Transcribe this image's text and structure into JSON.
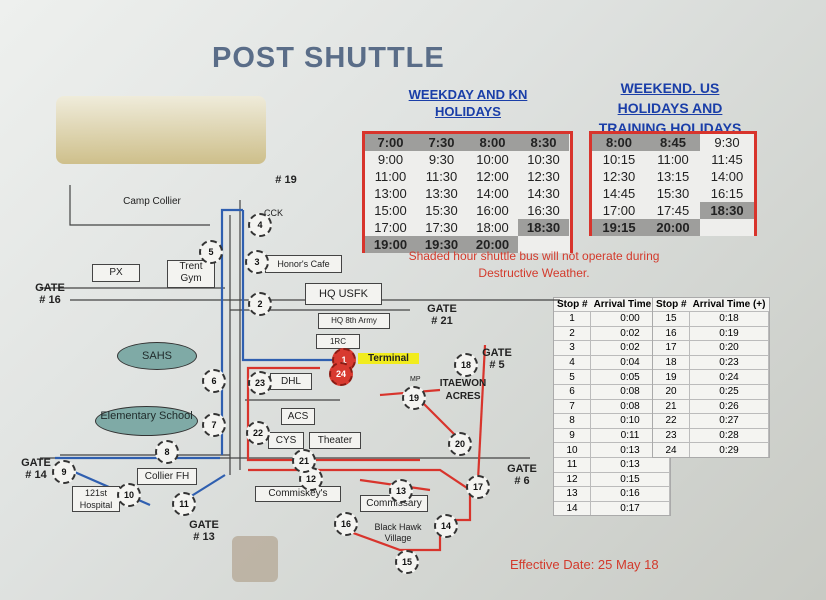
{
  "title": "POST SHUTTLE",
  "weekday_heading": "WEEKDAY AND KN HOLIDAYS",
  "weekend_heading": "WEEKEND. US HOLIDAYS AND TRAINING HOLIDAYS",
  "weekday_schedule": [
    [
      "7:00",
      "7:30",
      "8:00",
      "8:30"
    ],
    [
      "9:00",
      "9:30",
      "10:00",
      "10:30"
    ],
    [
      "11:00",
      "11:30",
      "12:00",
      "12:30"
    ],
    [
      "13:00",
      "13:30",
      "14:00",
      "14:30"
    ],
    [
      "15:00",
      "15:30",
      "16:00",
      "16:30"
    ],
    [
      "17:00",
      "17:30",
      "18:00",
      "18:30"
    ],
    [
      "19:00",
      "19:30",
      "20:00",
      ""
    ]
  ],
  "weekend_schedule": [
    [
      "8:00",
      "8:45",
      "9:30"
    ],
    [
      "10:15",
      "11:00",
      "11:45"
    ],
    [
      "12:30",
      "13:15",
      "14:00"
    ],
    [
      "14:45",
      "15:30",
      "16:15"
    ],
    [
      "17:00",
      "17:45",
      "18:30"
    ],
    [
      "19:15",
      "20:00",
      ""
    ]
  ],
  "shaded_note": "Shaded hour shuttle bus will not operate during Destructive Weather.",
  "arrival_table": {
    "headers": [
      "Stop #",
      "Arrival Time (+)"
    ],
    "left": [
      [
        "1",
        "0:00"
      ],
      [
        "2",
        "0:02"
      ],
      [
        "3",
        "0:02"
      ],
      [
        "4",
        "0:04"
      ],
      [
        "5",
        "0:05"
      ],
      [
        "6",
        "0:08"
      ],
      [
        "7",
        "0:08"
      ],
      [
        "8",
        "0:10"
      ],
      [
        "9",
        "0:11"
      ],
      [
        "10",
        "0:13"
      ],
      [
        "11",
        "0:13"
      ],
      [
        "12",
        "0:15"
      ],
      [
        "13",
        "0:16"
      ],
      [
        "14",
        "0:17"
      ]
    ],
    "right": [
      [
        "15",
        "0:18"
      ],
      [
        "16",
        "0:19"
      ],
      [
        "17",
        "0:20"
      ],
      [
        "18",
        "0:23"
      ],
      [
        "19",
        "0:24"
      ],
      [
        "20",
        "0:25"
      ],
      [
        "21",
        "0:26"
      ],
      [
        "22",
        "0:27"
      ],
      [
        "23",
        "0:28"
      ],
      [
        "24",
        "0:29"
      ]
    ]
  },
  "effective_date": "Effective Date:  25 May 18",
  "map": {
    "buildings": {
      "camp_collier": "Camp Collier",
      "px": "PX",
      "trent_gym": "Trent Gym",
      "honors_cafe": "Honor's Cafe",
      "hq_usfk": "HQ USFK",
      "hq_8th_army": "HQ 8th Army",
      "onerc": "1RC",
      "terminal": "Terminal",
      "dhl": "DHL",
      "acs": "ACS",
      "cys": "CYS",
      "theater": "Theater",
      "collier_fh": "Collier FH",
      "hospital": "121st Hospital",
      "commiskeys": "Commiskey's",
      "commissary": "Commissary",
      "black_hawk": "Black Hawk Village",
      "itaewon": "ITAEWON ACRES",
      "sahs": "SAHS",
      "elementary": "Elementary School",
      "cck": "CCK",
      "mp": "MP"
    },
    "gates": {
      "g16": "GATE # 16",
      "g21": "GATE # 21",
      "g5": "GATE # 5",
      "g6": "GATE # 6",
      "g14": "GATE # 14",
      "g13": "GATE # 13",
      "g19": "# 19"
    },
    "stops": [
      "1",
      "2",
      "3",
      "4",
      "5",
      "6",
      "7",
      "8",
      "9",
      "10",
      "11",
      "12",
      "13",
      "14",
      "15",
      "16",
      "17",
      "18",
      "19",
      "20",
      "21",
      "22",
      "23",
      "24"
    ]
  }
}
